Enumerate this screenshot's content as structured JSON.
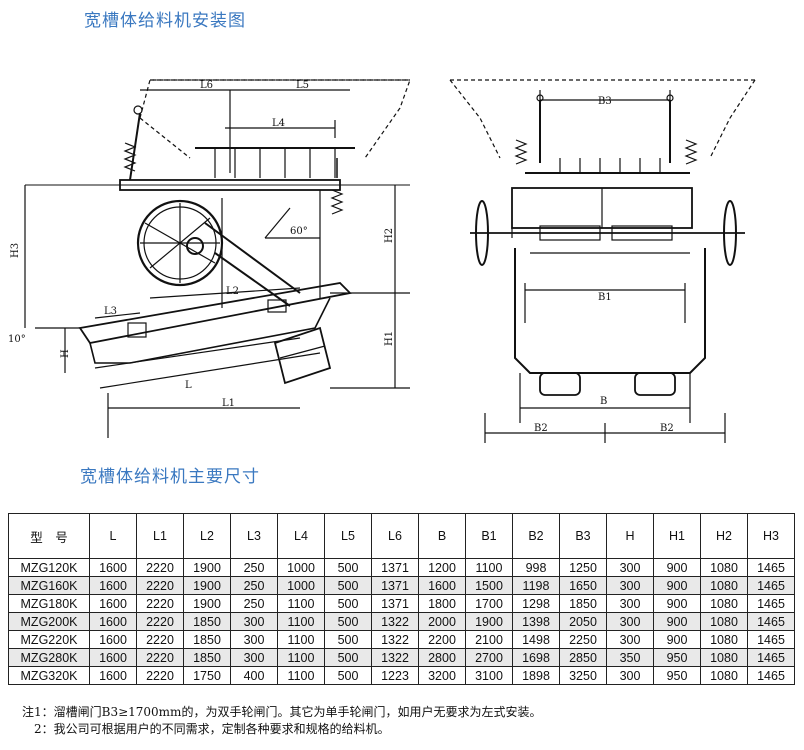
{
  "title_install": "宽槽体给料机安装图",
  "title_dims": "宽槽体给料机主要尺寸",
  "labels": {
    "L6": "L6",
    "L5": "L5",
    "L4": "L4",
    "H3": "H3",
    "H2": "H2",
    "angle60": "60°",
    "L2": "L2",
    "L3": "L3",
    "angle10": "10°",
    "H": "H",
    "H1": "H1",
    "L": "L",
    "L1": "L1",
    "B3": "B3",
    "B1": "B1",
    "B": "B",
    "B2a": "B2",
    "B2b": "B2"
  },
  "table": {
    "headers": [
      "型　号",
      "L",
      "L1",
      "L2",
      "L3",
      "L4",
      "L5",
      "L6",
      "B",
      "B1",
      "B2",
      "B3",
      "H",
      "H1",
      "H2",
      "H3"
    ],
    "rows": [
      [
        "MZG120K",
        "1600",
        "2220",
        "1900",
        "250",
        "1000",
        "500",
        "1371",
        "1200",
        "1100",
        "998",
        "1250",
        "300",
        "900",
        "1080",
        "1465"
      ],
      [
        "MZG160K",
        "1600",
        "2220",
        "1900",
        "250",
        "1000",
        "500",
        "1371",
        "1600",
        "1500",
        "1198",
        "1650",
        "300",
        "900",
        "1080",
        "1465"
      ],
      [
        "MZG180K",
        "1600",
        "2220",
        "1900",
        "250",
        "1100",
        "500",
        "1371",
        "1800",
        "1700",
        "1298",
        "1850",
        "300",
        "900",
        "1080",
        "1465"
      ],
      [
        "MZG200K",
        "1600",
        "2220",
        "1850",
        "300",
        "1100",
        "500",
        "1322",
        "2000",
        "1900",
        "1398",
        "2050",
        "300",
        "900",
        "1080",
        "1465"
      ],
      [
        "MZG220K",
        "1600",
        "2220",
        "1850",
        "300",
        "1100",
        "500",
        "1322",
        "2200",
        "2100",
        "1498",
        "2250",
        "300",
        "900",
        "1080",
        "1465"
      ],
      [
        "MZG280K",
        "1600",
        "2220",
        "1850",
        "300",
        "1100",
        "500",
        "1322",
        "2800",
        "2700",
        "1698",
        "2850",
        "350",
        "950",
        "1080",
        "1465"
      ],
      [
        "MZG320K",
        "1600",
        "2220",
        "1750",
        "400",
        "1100",
        "500",
        "1223",
        "3200",
        "3100",
        "1898",
        "3250",
        "300",
        "950",
        "1080",
        "1465"
      ]
    ]
  },
  "notes": [
    "注1：溜槽闸门B3≥1700mm的，为双手轮闸门。其它为单手轮闸门，如用户无要求为左式安装。",
    "2：我公司可根据用户的不同需求，定制各种要求和规格的给料机。"
  ]
}
